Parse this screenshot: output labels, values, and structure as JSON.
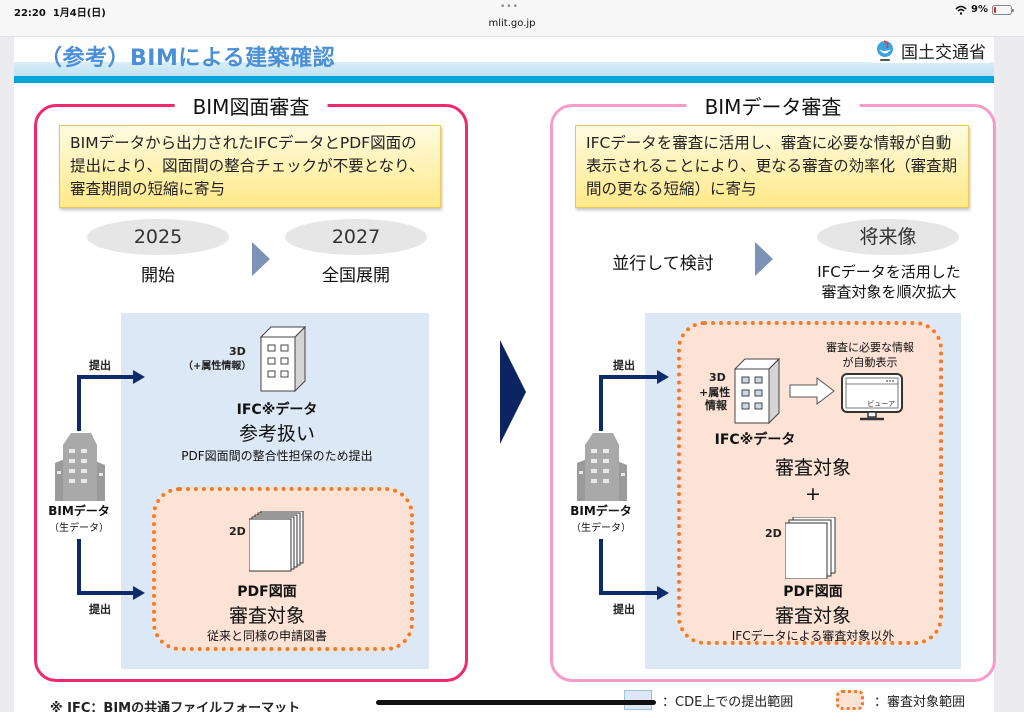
{
  "status_bar": {
    "time": "22:20",
    "date": "1月4日(日)",
    "url": "mlit.go.jp",
    "battery": "9%",
    "wifi_icon": "wifi-icon",
    "battery_icon": "battery-low-icon"
  },
  "slide": {
    "title": "（参考）BIMによる建築確認",
    "ministry": "国土交通省",
    "colors": {
      "title": "#4b8fd6",
      "band": "#0aa5d8",
      "left_panel_border": "#f0286e",
      "right_panel_border": "#f79bc8",
      "cde_area": "#dce8f5",
      "review_area": "#fce3d6",
      "review_border": "#ee7c2c",
      "navy_arrow": "#0c2461"
    }
  },
  "left_panel": {
    "title": "BIM図面審査",
    "note": "BIMデータから出力されたIFCデータとPDF図面の提出により、図面間の整合チェックが不要となり、審査期間の短縮に寄与",
    "timeline": [
      {
        "year": "2025",
        "label": "開始"
      },
      {
        "year": "2027",
        "label": "全国展開"
      }
    ],
    "source": {
      "label": "BIMデータ",
      "sublabel": "（生データ）"
    },
    "submit_label_top": "提出",
    "submit_label_bottom": "提出",
    "ifc": {
      "dim": "3D",
      "attr": "（+属性情報）",
      "name": "IFC※データ",
      "status": "参考扱い",
      "desc": "PDF図面間の整合性担保のため提出"
    },
    "pdf": {
      "dim": "2D",
      "name": "PDF図面",
      "status": "審査対象",
      "desc": "従来と同様の申請図書"
    }
  },
  "right_panel": {
    "title": "BIMデータ審査",
    "note": "IFCデータを審査に活用し、審査に必要な情報が自動表示されることにより、更なる審査の効率化（審査期間の更なる短縮）に寄与",
    "timeline": {
      "now": "並行して検討",
      "future_oval": "将来像",
      "future_desc_1": "IFCデータを活用した",
      "future_desc_2": "審査対象を順次拡大"
    },
    "source": {
      "label": "BIMデータ",
      "sublabel": "（生データ）"
    },
    "submit_label_top": "提出",
    "submit_label_bottom": "提出",
    "ifc": {
      "dim": "3D",
      "attr_1": "+属性",
      "attr_2": "情報",
      "name": "IFC※データ",
      "auto_1": "審査に必要な情報",
      "auto_2": "が自動表示",
      "viewer": "ビューア",
      "status": "審査対象"
    },
    "plus": "+",
    "pdf": {
      "dim": "2D",
      "name": "PDF図面",
      "status": "審査対象",
      "desc": "IFCデータによる審査対象以外"
    }
  },
  "footer": {
    "note": "※ IFC：BIMの共通ファイルフォーマット",
    "legend": [
      {
        "label": "：CDE上での提出範囲"
      },
      {
        "label": "：審査対象範囲"
      }
    ]
  }
}
